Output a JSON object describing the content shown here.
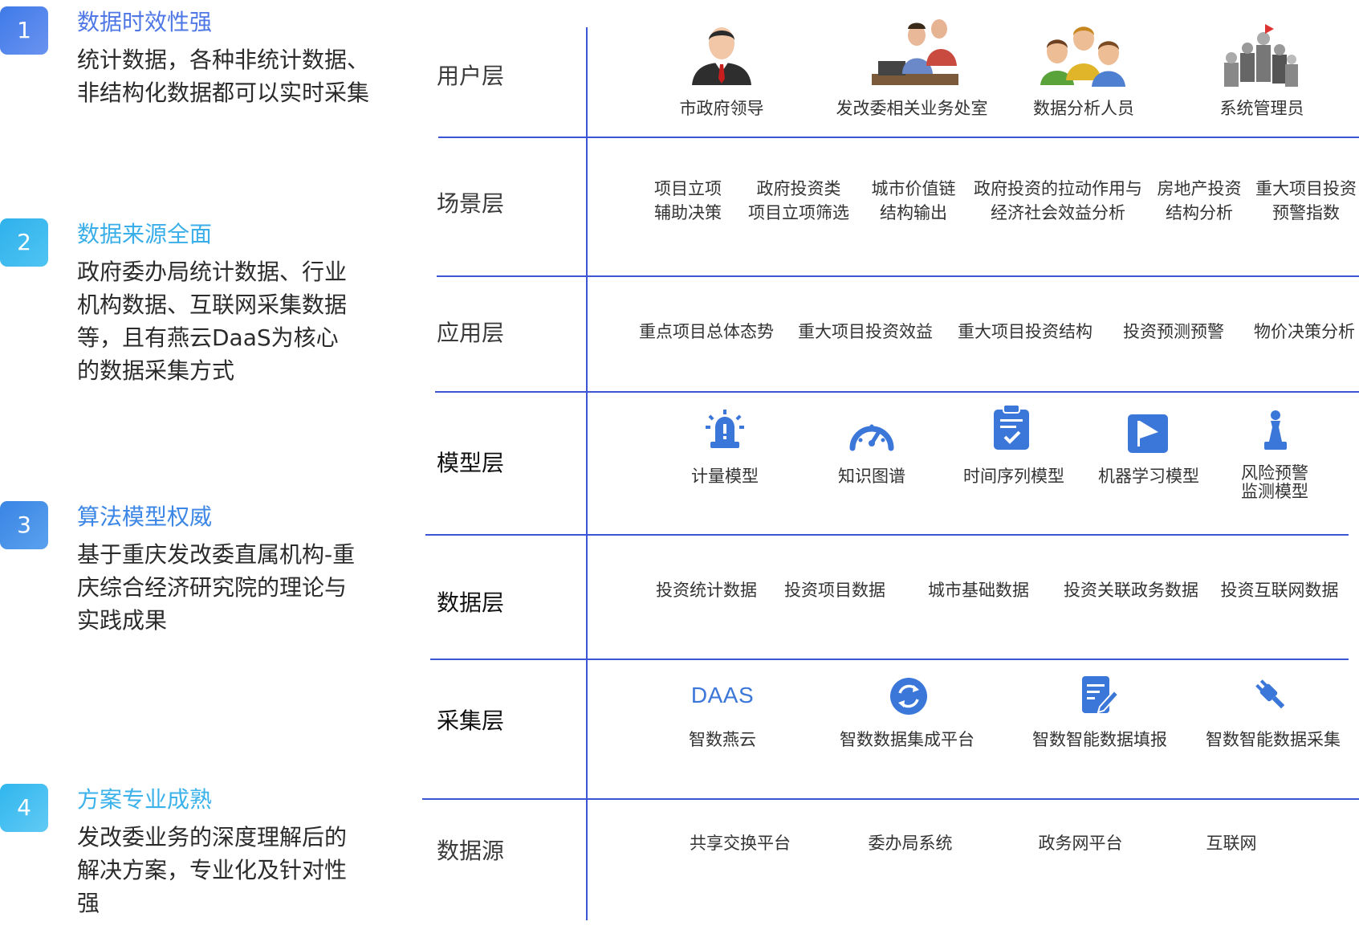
{
  "features": [
    {
      "number": "1",
      "title": "数据时效性强",
      "desc": "统计数据，各种非统计数据、非结构化数据都可以实时采集"
    },
    {
      "number": "2",
      "title": "数据来源全面",
      "desc": "政府委办局统计数据、行业机构数据、互联网采集数据等，且有燕云DaaS为核心的数据采集方式"
    },
    {
      "number": "3",
      "title": "算法模型权威",
      "desc": "基于重庆发改委直属机构-重庆综合经济研究院的理论与实践成果"
    },
    {
      "number": "4",
      "title": "方案专业成熟",
      "desc": "发改委业务的深度理解后的解决方案，专业化及针对性强"
    }
  ],
  "layers": [
    {
      "label": "用户层",
      "items": [
        "市政府领导",
        "发改委相关业务处室",
        "数据分析人员",
        "系统管理员"
      ]
    },
    {
      "label": "场景层",
      "items": [
        {
          "l1": "项目立项",
          "l2": "辅助决策"
        },
        {
          "l1": "政府投资类",
          "l2": "项目立项筛选"
        },
        {
          "l1": "城市价值链",
          "l2": "结构输出"
        },
        {
          "l1": "政府投资的拉动作用与",
          "l2": "经济社会效益分析"
        },
        {
          "l1": "房地产投资",
          "l2": "结构分析"
        },
        {
          "l1": "重大项目投资",
          "l2": "预警指数"
        }
      ]
    },
    {
      "label": "应用层",
      "items": [
        "重点项目总体态势",
        "重大项目投资效益",
        "重大项目投资结构",
        "投资预测预警",
        "物价决策分析"
      ]
    },
    {
      "label": "模型层",
      "items": [
        "计量模型",
        "知识图谱",
        "时间序列模型",
        "机器学习模型",
        {
          "l1": "风险预警",
          "l2": "监测模型"
        }
      ]
    },
    {
      "label": "数据层",
      "items": [
        "投资统计数据",
        "投资项目数据",
        "城市基础数据",
        "投资关联政务数据",
        "投资互联网数据"
      ]
    },
    {
      "label": "采集层",
      "daas": "DAAS",
      "items": [
        "智数燕云",
        "智数数据集成平台",
        "智数智能数据填报",
        "智数智能数据采集"
      ]
    },
    {
      "label": "数据源",
      "items": [
        "共享交换平台",
        "委办局系统",
        "政务网平台",
        "互联网"
      ]
    }
  ],
  "colors": {
    "line": "#3a55d6",
    "icon_blue": "#3b76d9"
  }
}
